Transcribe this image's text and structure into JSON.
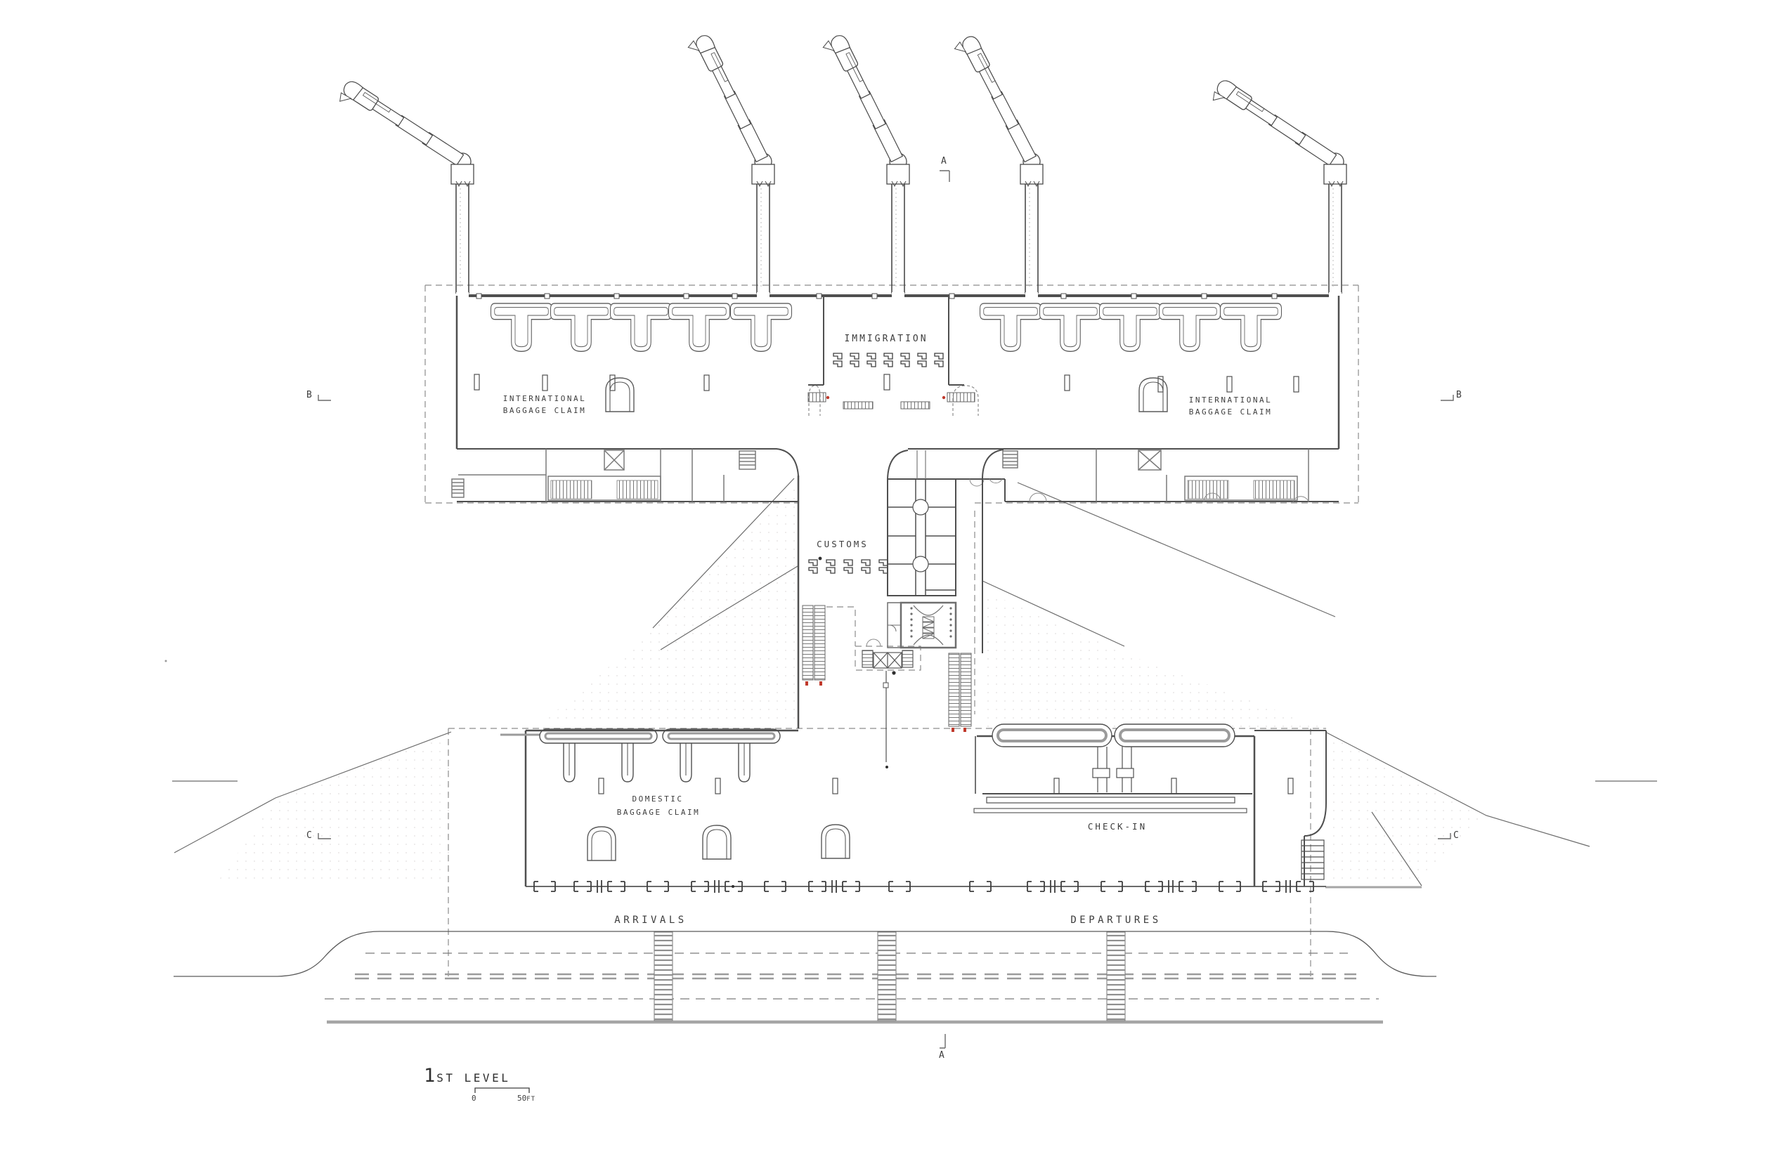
{
  "title": {
    "number": "1",
    "suffix": "ST LEVEL",
    "full": "1ST LEVEL"
  },
  "scale_bar": {
    "start": "0",
    "end": "50",
    "unit": "FT"
  },
  "zones": {
    "immigration": "IMMIGRATION",
    "intl_baggage_left_line1": "INTERNATIONAL",
    "intl_baggage_left_line2": "BAGGAGE CLAIM",
    "intl_baggage_right_line1": "INTERNATIONAL",
    "intl_baggage_right_line2": "BAGGAGE CLAIM",
    "customs": "CUSTOMS",
    "domestic_line1": "DOMESTIC",
    "domestic_line2": "BAGGAGE CLAIM",
    "check_in": "CHECK-IN",
    "arrivals": "ARRIVALS",
    "departures": "DEPARTURES"
  },
  "section_markers": {
    "a": "A",
    "b": "B",
    "c": "C"
  },
  "features": {
    "jet_bridges": 5,
    "immigration_booths": 7,
    "customs_booths": 5,
    "international_carousels": 10,
    "domestic_carousels": 2,
    "check_in_islands": 2,
    "curbside_crosswalks": 3
  },
  "colors": {
    "line": "#4a4a4a",
    "partition_gray": "#7a7a7a",
    "road_gray": "#9c9c9c",
    "dashed": "#8c8c8c",
    "accent_red": "#c0392b",
    "background": "#ffffff"
  }
}
